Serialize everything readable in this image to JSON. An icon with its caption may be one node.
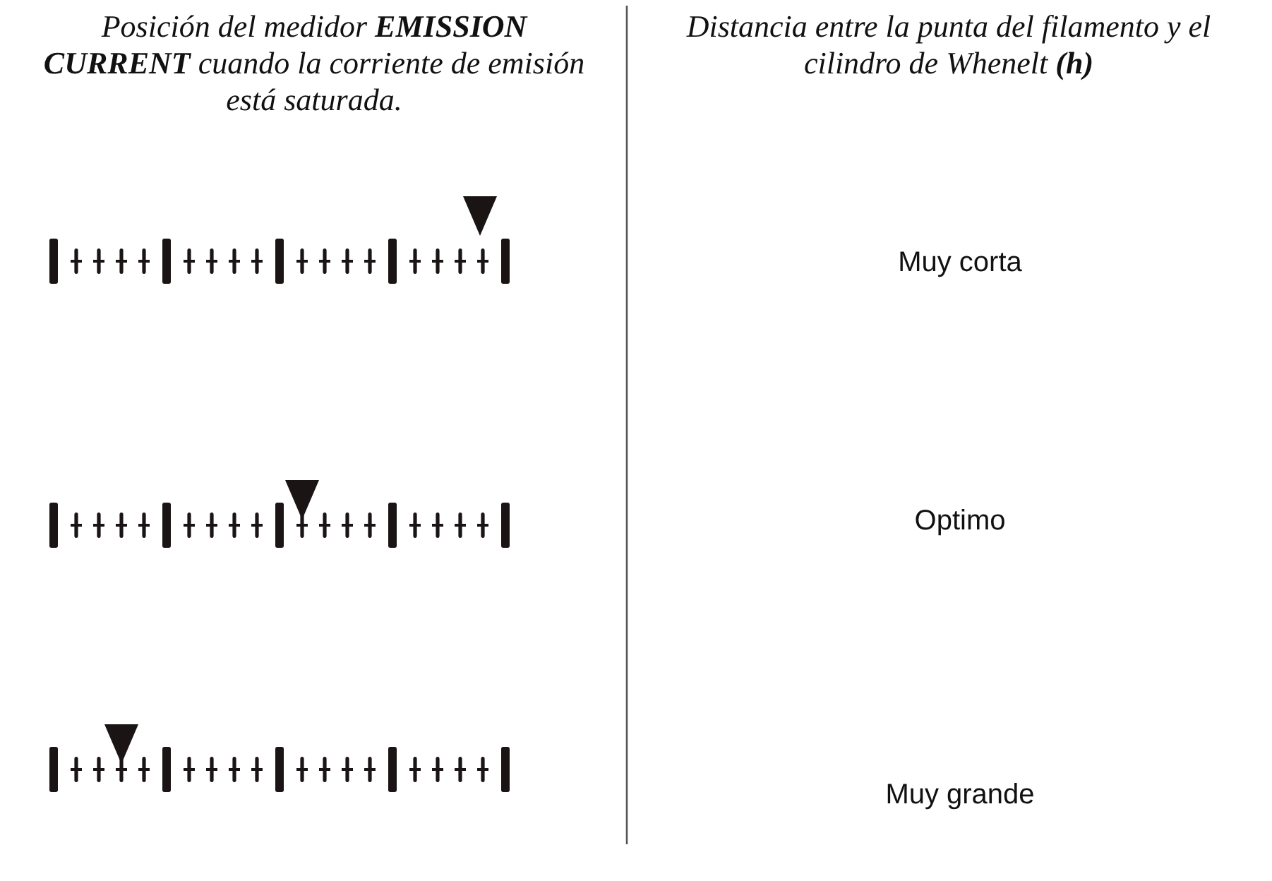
{
  "diagram": {
    "labels": [
      "Posición del medidor **EMISSION CURRENT** cuando la corriente de emisión está saturada.",
      "Distancia entre la punta del filamento y el cilindro de Whenelt **(h)**",
      "Muy corta",
      "Optimo",
      "Muy grande"
    ]
  }
}
